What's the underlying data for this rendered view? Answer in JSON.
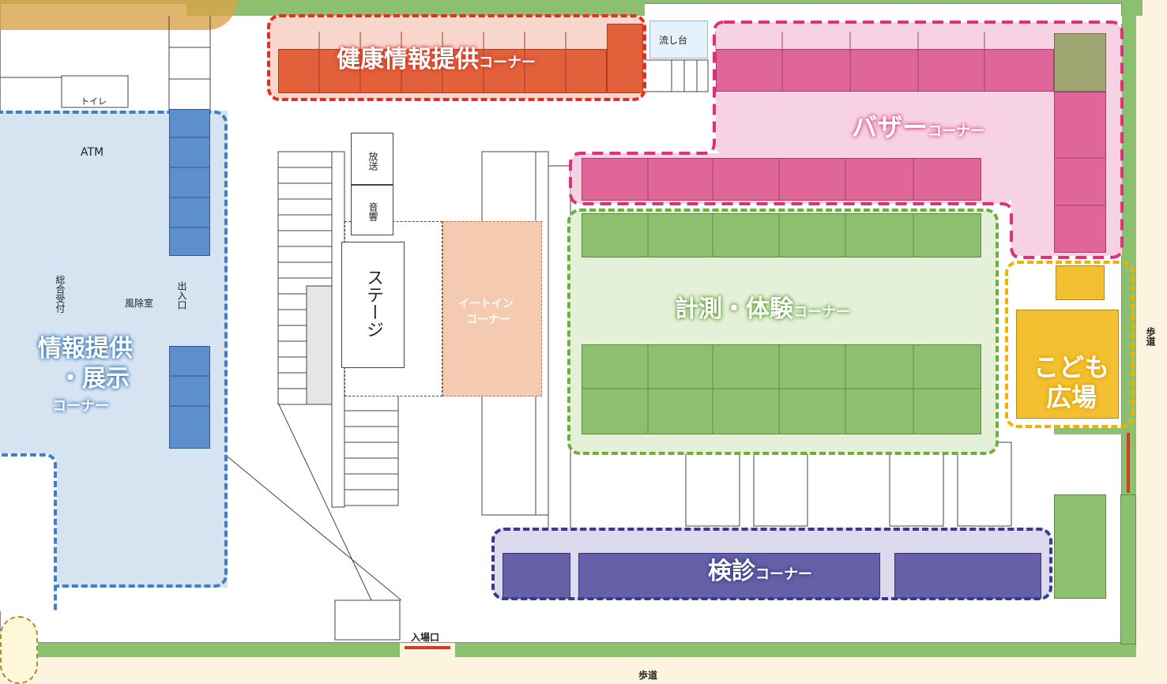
{
  "map": {
    "labels": {
      "health": "健康情報提供",
      "health_suffix": "コーナー",
      "bazaar": "バザー",
      "bazaar_suffix": "コーナー",
      "info_line1": "情報提供",
      "info_line2": "・展示",
      "info_suffix": "コーナー",
      "measure": "計測・体験",
      "measure_suffix": "コーナー",
      "checkup": "検診",
      "checkup_suffix": "コーナー",
      "kids_line1": "こども",
      "kids_line2": "広場",
      "eatin_line1": "イートイン",
      "eatin_line2": "コーナー",
      "stage": "ステージ",
      "broadcast": "放送",
      "sound": "音響",
      "toilet": "トイレ",
      "atm": "ATM",
      "reception": "総合受付",
      "windbreak": "風除室",
      "exit": "出入口",
      "sink": "流し台",
      "entrance": "入場口",
      "sidewalk_bottom": "歩道",
      "sidewalk_right": "歩道"
    },
    "colors": {
      "health": "#e2603a",
      "bazaar": "#e0669a",
      "info": "#4c86c6",
      "measure": "#8cc06e",
      "checkup": "#6660a8",
      "kids": "#f2c030",
      "eatin": "#f4cbb0",
      "grass": "#8cc06e",
      "background": "#fdf4e0"
    }
  }
}
